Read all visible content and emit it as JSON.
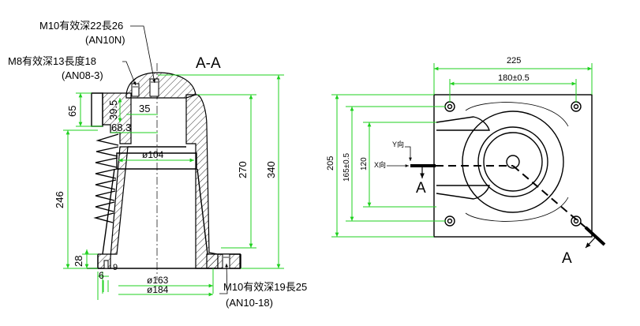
{
  "left_view": {
    "section_title": "A-A",
    "callouts": {
      "m10_top_line1": "M10有效深22長26",
      "m10_top_line2": "(AN10N)",
      "m8_line1": "M8有效深13長度18",
      "m8_line2": "(AN08-3)",
      "m10_bottom_line1": "M10有效深19長25",
      "m10_bottom_line2": "(AN10-18)"
    },
    "dims": {
      "d65": "65",
      "d39_5": "39.5",
      "d35": "35",
      "d68_3": "68.3",
      "d104": "ø104",
      "d270": "270",
      "d340": "340",
      "d246": "246",
      "d28": "28",
      "d9": "9",
      "d6": "6",
      "d163": "ø163",
      "d184": "ø184"
    }
  },
  "right_view": {
    "dims": {
      "d225": "225",
      "d180": "180±0.5",
      "d205": "205",
      "d165": "165±0.5",
      "d120": "120"
    },
    "axis_labels": {
      "y_dir": "Y向",
      "x_dir": "X向"
    },
    "section_marks": {
      "a_left": "A",
      "a_right": "A"
    }
  }
}
